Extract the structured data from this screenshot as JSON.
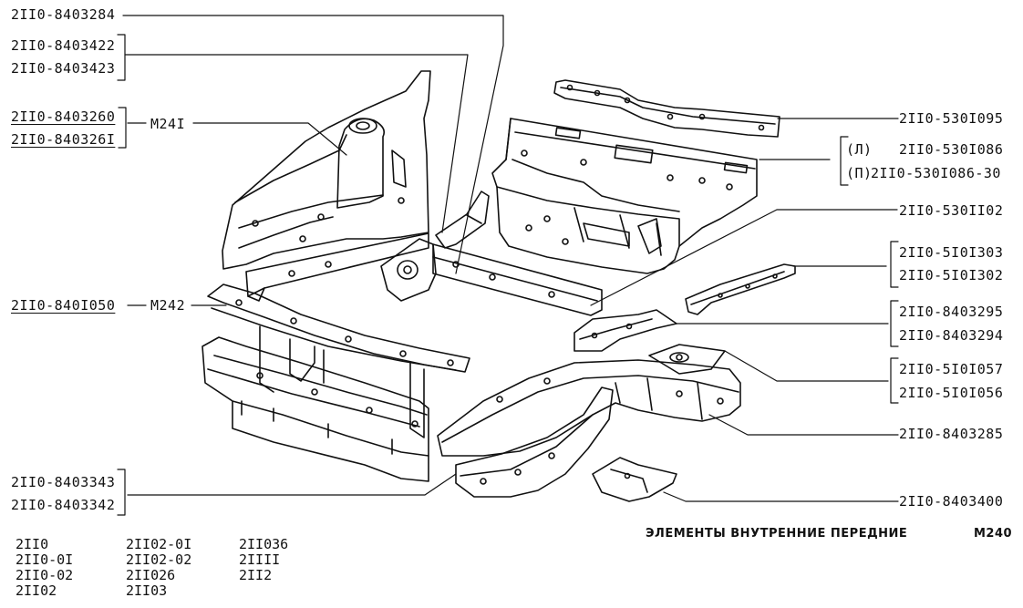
{
  "title": "ЭЛЕМЕНТЫ ВНУТРЕННИЕ ПЕРЕДНИЕ",
  "page_code": "М240",
  "parts": {
    "p8403284": "2II0-8403284",
    "p8403422": "2II0-8403422",
    "p8403423": "2II0-8403423",
    "p8403260": "2II0-8403260",
    "p8403261": "2II0-840326I",
    "m241": "М24I",
    "p8401050": "2II0-840I050",
    "m242": "М242",
    "p8403343": "2II0-8403343",
    "p8403342": "2II0-8403342",
    "p5301095": "2II0-530I095",
    "side_left": "(Л)",
    "p5301086": "2II0-530I086",
    "side_right": "(П)",
    "p5301086_30": "2II0-530I086-30",
    "p5301102": "2II0-530II02",
    "p5101303": "2II0-5I0I303",
    "p5101302": "2II0-5I0I302",
    "p8403295": "2II0-8403295",
    "p8403294": "2II0-8403294",
    "p5101057": "2II0-5I0I057",
    "p5101056": "2II0-5I0I056",
    "p8403285": "2II0-8403285",
    "p8403400": "2II0-8403400"
  },
  "models": {
    "col1": [
      "2II0",
      "2II0-0I",
      "2II0-02",
      "2II02"
    ],
    "col2": [
      "2II02-0I",
      "2II02-02",
      "2II026",
      "2II03"
    ],
    "col3": [
      "2II036",
      "2IIII",
      "2II2"
    ]
  }
}
